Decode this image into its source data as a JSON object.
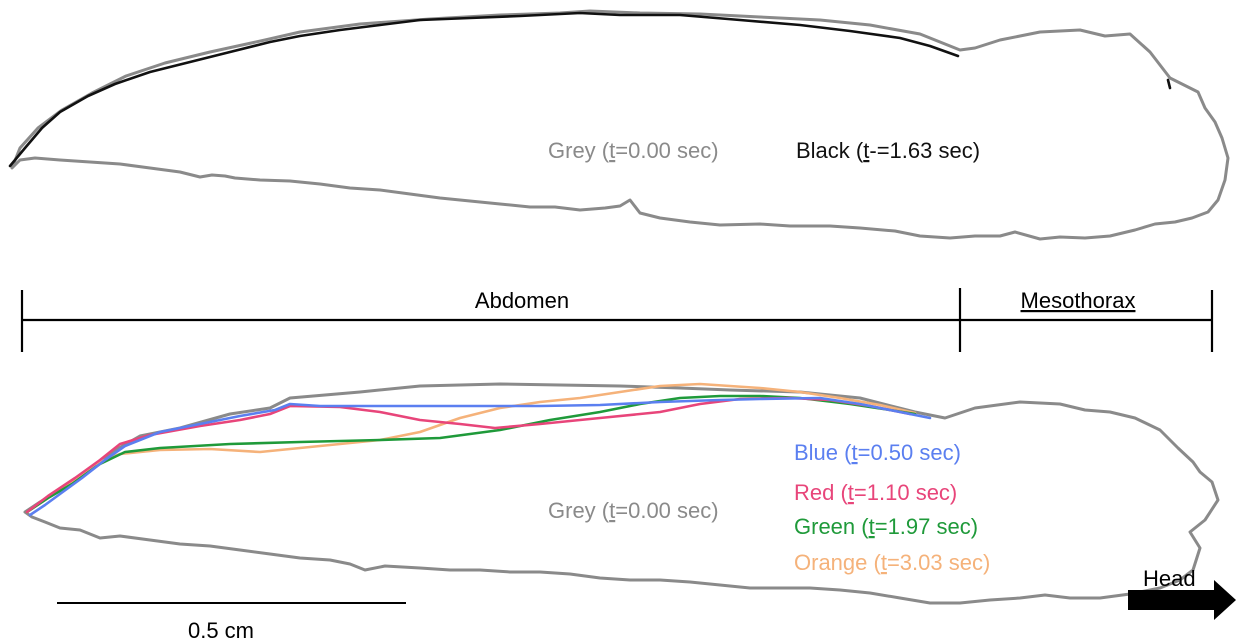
{
  "colors": {
    "grey": "#8a8a8a",
    "black": "#111111",
    "blue": "#5b7ff0",
    "red": "#e8457a",
    "green": "#1f9a3a",
    "orange": "#f5b27a",
    "axis": "#000000"
  },
  "top_panel": {
    "grey_label": {
      "prefix": "Grey (",
      "t": "t",
      "suffix": "=0.00 sec)"
    },
    "black_label": {
      "prefix": "Black (",
      "t": "t",
      "suffix": "-=1.63 sec)"
    }
  },
  "segments": {
    "abdomen": "Abdomen",
    "mesothorax": "Mesothorax"
  },
  "bottom_panel": {
    "grey_label": {
      "prefix": "Grey (",
      "t": "t",
      "suffix": "=0.00 sec)"
    },
    "blue_label": {
      "prefix": "Blue (",
      "t": "t",
      "suffix": "=0.50 sec)"
    },
    "red_label": {
      "prefix": "Red (",
      "t": "t",
      "suffix": "=1.10 sec)"
    },
    "green_label": {
      "prefix": "Green (",
      "t": "t",
      "suffix": "=1.97 sec)"
    },
    "orange_label": {
      "prefix": "Orange (",
      "t": "t",
      "suffix": "=3.03 sec)"
    }
  },
  "head_label": "Head",
  "scale_bar": {
    "label": "0.5 cm"
  }
}
